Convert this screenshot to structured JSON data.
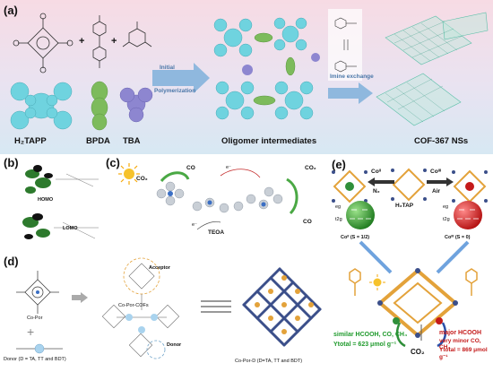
{
  "panel_a": {
    "label": "(a)",
    "monomers": [
      "H₂TAPP",
      "BPDA",
      "TBA"
    ],
    "oligomer_label": "Oligomer intermediates",
    "product_label": "COF-367 NSs",
    "step1": [
      "Initial",
      "Polymerization"
    ],
    "step2": "Imine exchange",
    "plus": "+"
  },
  "panel_b": {
    "label": "(b)",
    "homo": "HOMO",
    "lomo": "LOMO"
  },
  "panel_c": {
    "label": "(c)",
    "co2_left": "CO₂",
    "co_top": "CO",
    "electron": "e⁻",
    "electron2": "e⁻",
    "teoa": "TEOA",
    "co2_right": "CO₂",
    "co_right": "CO"
  },
  "panel_d": {
    "label": "(d)",
    "co_por": "Co-Por",
    "co_por_cofs": "Co-Por-COFs",
    "acceptor": "Acceptor",
    "donor": "Donor",
    "donor_def": "Donor (D = TA, TT and BDT)",
    "product": "Co-Por-D (D=TA, TT and BDT)"
  },
  "panel_e": {
    "label": "(e)",
    "co2_reagent": "Coᴵᴵ",
    "co2_cond": "N₂",
    "co3_reagent": "Coᴵᴵᴵ",
    "co3_cond": "Air",
    "center": "H₂TAP",
    "co2_state": "Coᴵᴵ (S = 1/2)",
    "co3_state": "Coᴵᴵᴵ (S = 0)",
    "eg": "eg",
    "t2g": "t2g",
    "left_result": [
      "similar HCOOH, CO, CH₄",
      "Ytotal = 623 μmol g⁻¹"
    ],
    "right_result": [
      "major HCOOH",
      "very minor CO, CH₄",
      "Ytotal = 869 μmol g⁻¹"
    ],
    "co2_bottom": "CO₂"
  },
  "colors": {
    "cyan": "#6fd3df",
    "green": "#7dbb5c",
    "purple": "#8d86d0",
    "grid": "#5bbfa8",
    "arrow": "#8fb8de",
    "gold": "#e3a23a",
    "navy": "#3b4f8a"
  }
}
